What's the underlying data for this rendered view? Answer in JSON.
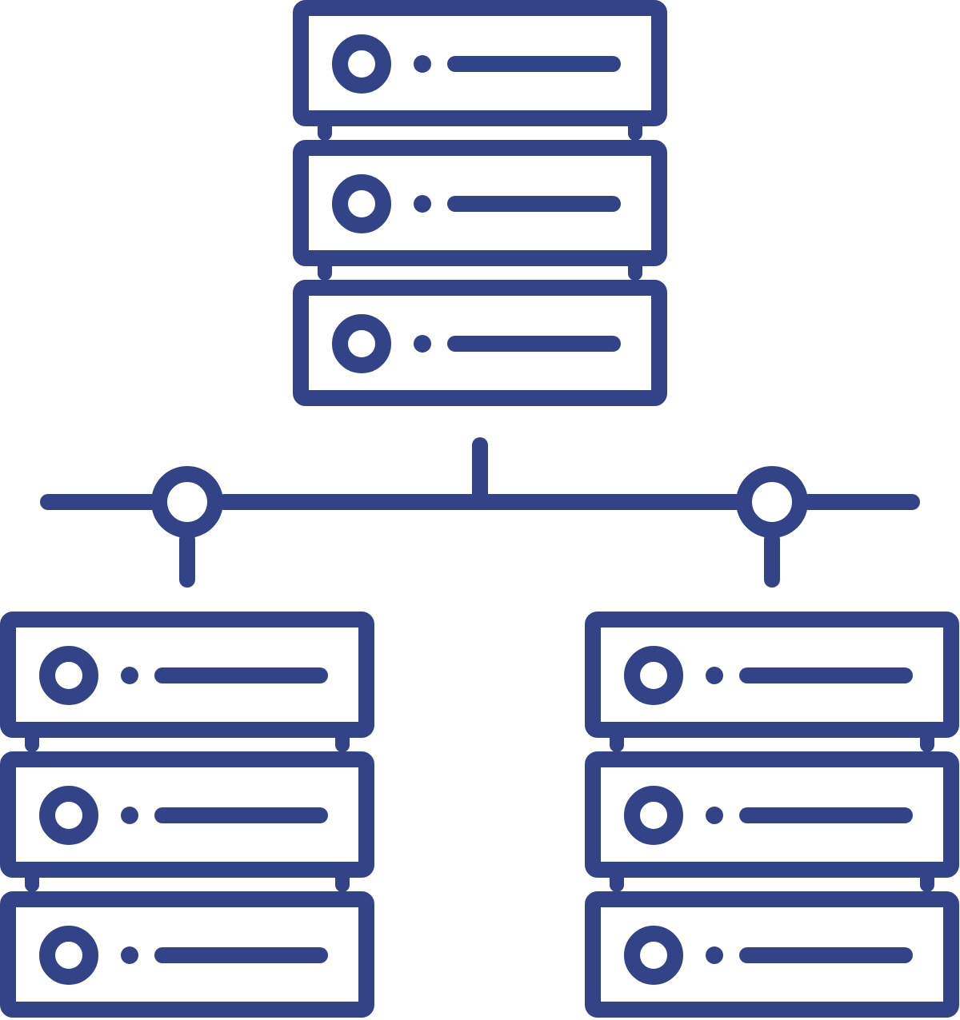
{
  "icon": {
    "name": "server-network-icon",
    "color": "#334388",
    "background": "#ffffff",
    "groups": [
      {
        "name": "top-server-rack",
        "units": 3
      },
      {
        "name": "left-server-rack",
        "units": 3
      },
      {
        "name": "right-server-rack",
        "units": 3
      }
    ],
    "network": {
      "nodes": 2,
      "bus": "horizontal-line"
    }
  }
}
